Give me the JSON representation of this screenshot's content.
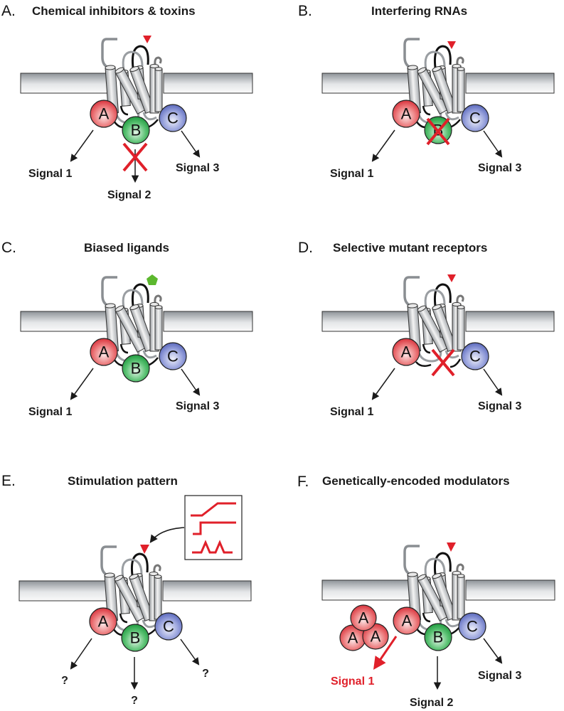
{
  "figure": {
    "panels": [
      {
        "id": "A",
        "letter": "A.",
        "title": "Chemical inhibitors & toxins",
        "ligand": "red-triangle",
        "effectors": [
          "A",
          "B",
          "C"
        ],
        "blocked": "signal-2-pathway",
        "signals": {
          "s1": "Signal 1",
          "s2": "Signal 2",
          "s3": "Signal 3"
        }
      },
      {
        "id": "B",
        "letter": "B.",
        "title": "Interfering RNAs",
        "ligand": "red-triangle",
        "effectors": [
          "A",
          "B",
          "C"
        ],
        "blocked": "effector-B",
        "signals": {
          "s1": "Signal 1",
          "s3": "Signal 3"
        }
      },
      {
        "id": "C",
        "letter": "C.",
        "title": "Biased ligands",
        "ligand": "green-pentagon",
        "effectors": [
          "A",
          "B",
          "C"
        ],
        "signals": {
          "s1": "Signal 1",
          "s3": "Signal 3"
        }
      },
      {
        "id": "D",
        "letter": "D.",
        "title": "Selective mutant receptors",
        "ligand": "red-triangle",
        "effectors": [
          "A",
          "C"
        ],
        "blocked": "receptor-B-coupling",
        "signals": {
          "s1": "Signal 1",
          "s3": "Signal 3"
        }
      },
      {
        "id": "E",
        "letter": "E.",
        "title": "Stimulation pattern",
        "ligand": "red-triangle",
        "effectors": [
          "A",
          "B",
          "C"
        ],
        "inset_patterns": [
          "ramp",
          "step",
          "pulses"
        ],
        "signals": {
          "s1": "?",
          "s2": "?",
          "s3": "?"
        }
      },
      {
        "id": "F",
        "letter": "F.",
        "title": "Genetically-encoded modulators",
        "ligand": "red-triangle",
        "effectors": [
          "A",
          "B",
          "C"
        ],
        "modulator_cluster": [
          "A",
          "A",
          "A"
        ],
        "signals": {
          "s1": "Signal 1",
          "s2": "Signal 2",
          "s3": "Signal 3"
        },
        "highlight_signal": "s1"
      }
    ],
    "labels": {
      "A": "A",
      "B": "B",
      "C": "C"
    },
    "colors": {
      "effector_A": "#e0404a",
      "effector_B": "#2aa84a",
      "effector_C": "#6878c8",
      "ligand_red": "#e0202a",
      "ligand_green": "#5cb82e",
      "block_x": "#e0202a",
      "membrane": "#c8ccd0"
    }
  }
}
